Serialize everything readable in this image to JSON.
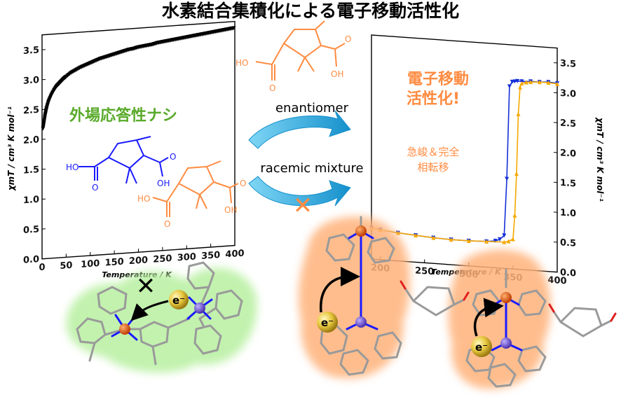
{
  "title": "水素結合集積化による電子移動活性化",
  "colors": {
    "racemic": "#ff8c42",
    "enantiomer": "#1a1aff",
    "green": "#5aaa2a",
    "arrow": "#1aa0d8",
    "heating": "#f5a800",
    "cooling": "#1530d8",
    "glow_green": "#b8f0a0",
    "glow_orange": "#ffb27a",
    "electron": "#e8c840",
    "iron": "#e05010",
    "cobalt": "#6a50d0"
  },
  "left_panel": {
    "ylabel": "χmT / cm³ K mol⁻¹",
    "xlabel": "Temperature / K",
    "x_ticks": [
      "0",
      "50",
      "100",
      "150",
      "200",
      "250",
      "300",
      "350",
      "400"
    ],
    "y_ticks": [
      "0.0",
      "0.5",
      "1.0",
      "1.5",
      "2.0",
      "2.5",
      "3.0",
      "3.5"
    ],
    "no_response": "外場応答性ナシ",
    "electron_label": "e⁻",
    "blocked_mark": "✕"
  },
  "right_panel": {
    "ylabel": "χmT / cm³ K mol⁻¹",
    "xlabel": "Temperature / K",
    "x_ticks": [
      "200",
      "250",
      "300",
      "350",
      "400"
    ],
    "y_ticks": [
      "0.0",
      "0.5",
      "1.0",
      "1.5",
      "2.0",
      "2.5",
      "3.0",
      "3.5"
    ],
    "activation": "電子移動\n活性化!",
    "transition": "急峻＆完全\n相転移",
    "electron_label": "e⁻"
  },
  "middle": {
    "enantiomer_label": "enantiomer",
    "racemic_label": "racemic mixture",
    "blocked_mark": "✕",
    "ho_label": "HO",
    "oh_label": "OH",
    "o_label": "O"
  },
  "molecule_labels": {
    "ho": "HO",
    "oh": "OH",
    "o": "O"
  },
  "chart_data": [
    {
      "type": "scatter",
      "title": "",
      "xlabel": "Temperature / K",
      "ylabel": "χmT / cm³ K mol⁻¹",
      "xlim": [
        0,
        400
      ],
      "ylim": [
        0,
        3.75
      ],
      "series": [
        {
          "x": [
            2,
            4,
            6,
            8,
            10,
            13,
            16,
            20,
            25,
            30,
            35,
            40,
            45,
            50,
            60,
            70,
            80,
            90,
            100,
            110,
            120,
            130,
            140,
            150,
            160,
            170,
            180,
            190,
            200,
            210,
            220,
            230,
            240,
            250,
            260,
            270,
            280,
            290,
            300,
            310,
            320,
            330,
            340,
            350,
            360,
            370,
            380,
            390,
            400
          ],
          "y": [
            2.18,
            2.28,
            2.38,
            2.46,
            2.53,
            2.61,
            2.67,
            2.74,
            2.81,
            2.87,
            2.91,
            2.95,
            2.99,
            3.02,
            3.08,
            3.12,
            3.16,
            3.19,
            3.22,
            3.25,
            3.28,
            3.3,
            3.32,
            3.34,
            3.36,
            3.38,
            3.4,
            3.41,
            3.43,
            3.44,
            3.45,
            3.46,
            3.48,
            3.49,
            3.5,
            3.51,
            3.52,
            3.53,
            3.54,
            3.55,
            3.56,
            3.57,
            3.58,
            3.59,
            3.6,
            3.61,
            3.62,
            3.63,
            3.64
          ]
        }
      ]
    },
    {
      "type": "line",
      "title": "",
      "xlabel": "Temperature / K",
      "ylabel": "χmT / cm³ K mol⁻¹",
      "xlim": [
        190,
        400
      ],
      "ylim": [
        0,
        3.75
      ],
      "series": [
        {
          "x": [
            190,
            200,
            220,
            240,
            260,
            280,
            300,
            320,
            330,
            335,
            340,
            343,
            346,
            349,
            352,
            355,
            360,
            370,
            380,
            390,
            400
          ],
          "y": [
            0.52,
            0.5,
            0.47,
            0.45,
            0.43,
            0.42,
            0.42,
            0.43,
            0.45,
            0.48,
            0.55,
            1.5,
            3.05,
            3.13,
            3.14,
            3.15,
            3.15,
            3.16,
            3.16,
            3.17,
            3.16
          ]
        },
        {
          "x": [
            190,
            200,
            220,
            240,
            260,
            280,
            300,
            320,
            340,
            345,
            350,
            352,
            354,
            356,
            358,
            360,
            365,
            370,
            380,
            390,
            400
          ],
          "y": [
            0.52,
            0.5,
            0.47,
            0.45,
            0.43,
            0.42,
            0.42,
            0.43,
            0.44,
            0.46,
            0.5,
            0.9,
            1.6,
            2.6,
            3.05,
            3.12,
            3.14,
            3.15,
            3.16,
            3.16,
            3.15
          ]
        }
      ]
    }
  ]
}
